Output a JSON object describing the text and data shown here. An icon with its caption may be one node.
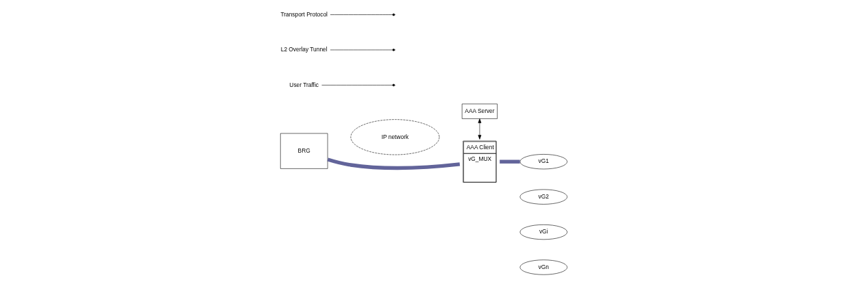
{
  "diagram": {
    "nodes": [
      {
        "text": [
          "BRG"
        ]
      },
      {
        "text": [
          "IP network"
        ]
      },
      {
        "text": [
          "AAA Server"
        ]
      },
      {
        "text": [
          "AAA Client",
          "vG_MUX"
        ]
      },
      {
        "text": [
          "vG1"
        ]
      },
      {
        "text": [
          "vG2"
        ]
      },
      {
        "text": [
          "vGi"
        ]
      },
      {
        "text": [
          "vGn"
        ]
      },
      {
        "text": [
          "User Traffic"
        ]
      },
      {
        "text": [
          "L2 Overlay Tunnel"
        ]
      },
      {
        "text": [
          "Transport Protocol"
        ]
      }
    ],
    "edges": [
      {
        "from": 0,
        "to": 3,
        "arrow": "none",
        "style": "thick",
        "color": "#62649a"
      },
      {
        "from": 3,
        "to": 4,
        "arrow": "none",
        "style": "thick",
        "color": "#62649a"
      },
      {
        "from": 2,
        "to": 3,
        "arrow": "both"
      },
      {
        "from": 8,
        "to": null,
        "arrow": "other"
      },
      {
        "from": 9,
        "to": null,
        "arrow": "other"
      },
      {
        "from": 10,
        "to": null,
        "arrow": "other"
      }
    ]
  }
}
